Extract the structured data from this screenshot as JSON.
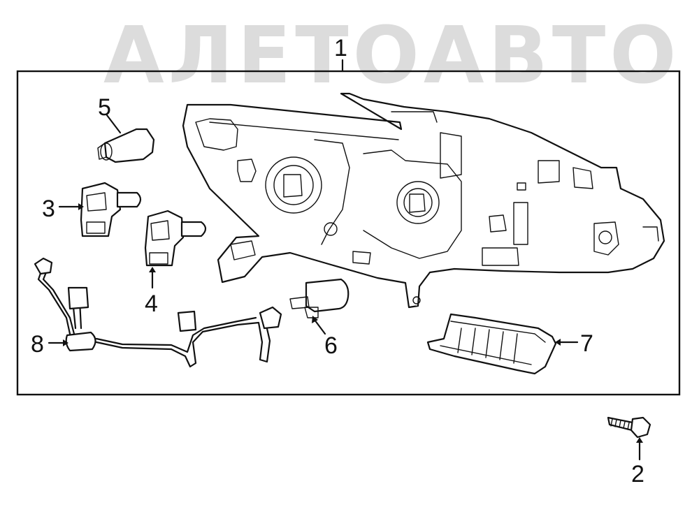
{
  "watermark": {
    "text": "АЛЕТОАВТО",
    "color": "#dcdcdc"
  },
  "callouts": {
    "c1": "1",
    "c2": "2",
    "c3": "3",
    "c4": "4",
    "c5": "5",
    "c6": "6",
    "c7": "7",
    "c8": "8"
  },
  "colors": {
    "line": "#111111",
    "background": "#ffffff"
  }
}
